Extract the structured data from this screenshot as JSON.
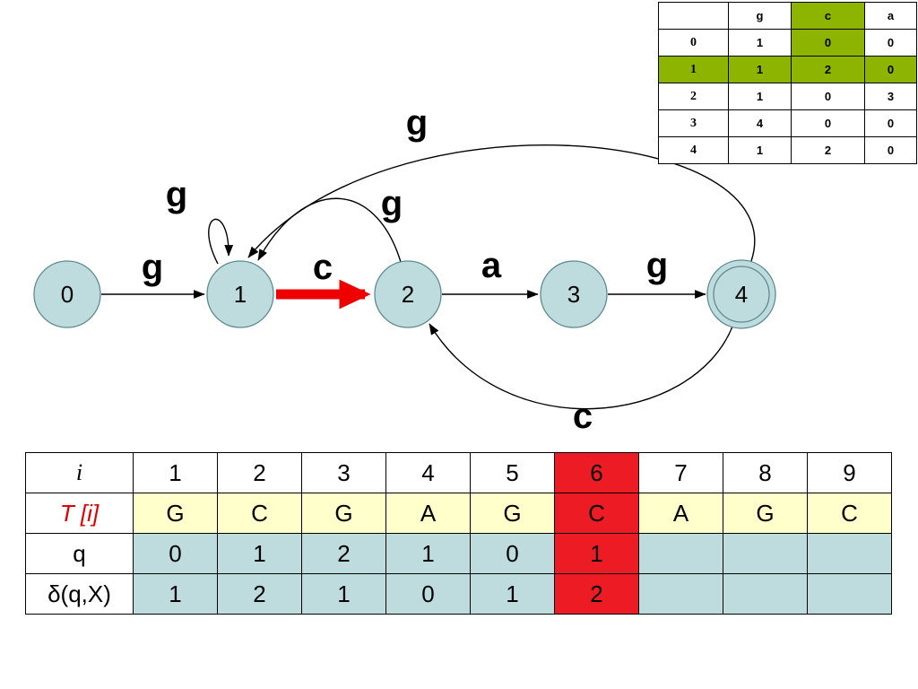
{
  "colors": {
    "highlight_green": "#8CB400",
    "highlight_red": "#ED1C24",
    "row_yellow": "#FFFFCC",
    "cell_blue": "#BEDCDE",
    "arrow_red": "#EE0000"
  },
  "goto_table": {
    "col_headers": [
      "g",
      "c",
      "a"
    ],
    "rows": [
      {
        "label": "0",
        "values": [
          "1",
          "0",
          "0"
        ]
      },
      {
        "label": "1",
        "values": [
          "1",
          "2",
          "0"
        ]
      },
      {
        "label": "2",
        "values": [
          "1",
          "0",
          "3"
        ]
      },
      {
        "label": "3",
        "values": [
          "4",
          "0",
          "0"
        ]
      },
      {
        "label": "4",
        "values": [
          "1",
          "2",
          "0"
        ]
      }
    ],
    "highlighted_header": "c",
    "highlighted_row": "1",
    "highlighted_cell": {
      "row": "0",
      "column": "c"
    }
  },
  "automaton": {
    "states": [
      {
        "label": "0"
      },
      {
        "label": "1"
      },
      {
        "label": "2"
      },
      {
        "label": "3"
      },
      {
        "label": "4",
        "accepting": true
      }
    ],
    "edges": [
      {
        "from": "0",
        "to": "1",
        "label": "g"
      },
      {
        "from": "1",
        "to": "1",
        "label": "g"
      },
      {
        "from": "1",
        "to": "2",
        "label": "c",
        "highlighted": true
      },
      {
        "from": "2",
        "to": "1",
        "label": "g"
      },
      {
        "from": "2",
        "to": "3",
        "label": "a"
      },
      {
        "from": "3",
        "to": "4",
        "label": "g"
      },
      {
        "from": "4",
        "to": "1",
        "label": "g"
      },
      {
        "from": "4",
        "to": "2",
        "label": "c"
      }
    ]
  },
  "trace_table": {
    "rows": [
      {
        "label": "i",
        "cells": [
          "1",
          "2",
          "3",
          "4",
          "5",
          "6",
          "7",
          "8",
          "9"
        ]
      },
      {
        "label": "T [i]",
        "cells": [
          "G",
          "C",
          "G",
          "A",
          "G",
          "C",
          "A",
          "G",
          "C"
        ]
      },
      {
        "label": "q",
        "cells": [
          "0",
          "1",
          "2",
          "1",
          "0",
          "1",
          "",
          "",
          ""
        ]
      },
      {
        "label": "δ(q,X)",
        "cells": [
          "1",
          "2",
          "1",
          "0",
          "1",
          "2",
          "",
          "",
          ""
        ]
      }
    ],
    "highlighted_column": "6"
  }
}
